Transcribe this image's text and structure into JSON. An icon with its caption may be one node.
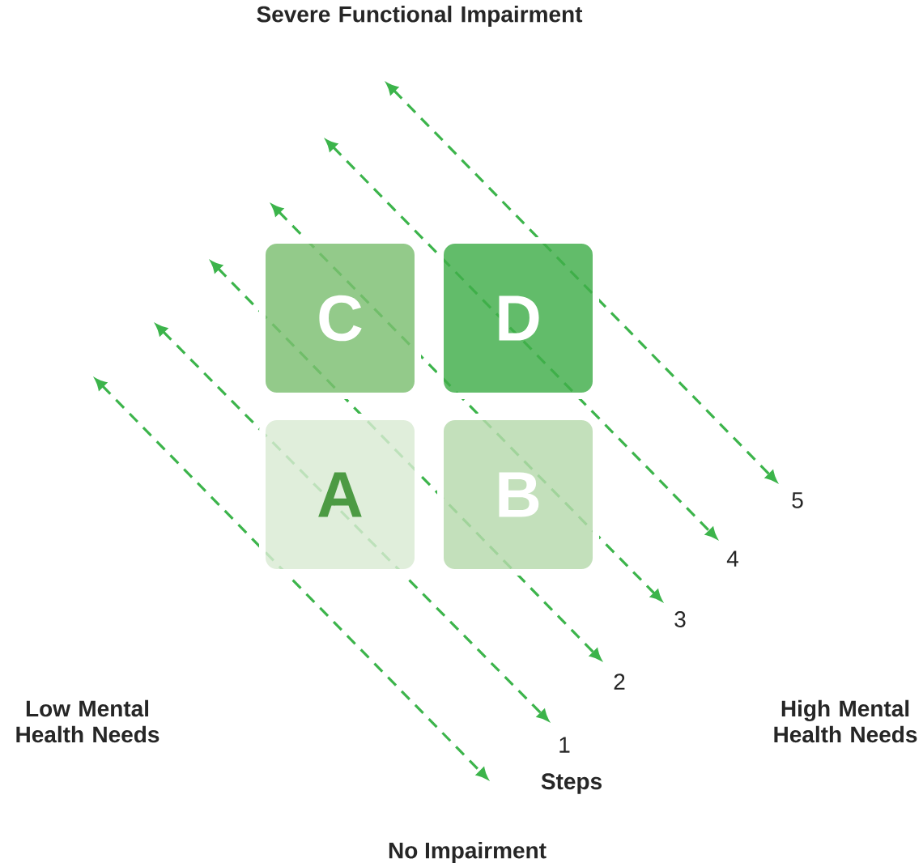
{
  "diagram": {
    "nodes": [
      {
        "text": [
          "C"
        ]
      },
      {
        "text": [
          "D"
        ]
      },
      {
        "text": [
          "A"
        ]
      },
      {
        "text": [
          "B"
        ]
      }
    ],
    "labels": [
      "Severe Functional Impairment",
      "5",
      "4",
      "3",
      "Low Mental Health Needs",
      "High Mental Health Needs",
      "2",
      "1",
      "Steps",
      "No Impairment"
    ]
  }
}
